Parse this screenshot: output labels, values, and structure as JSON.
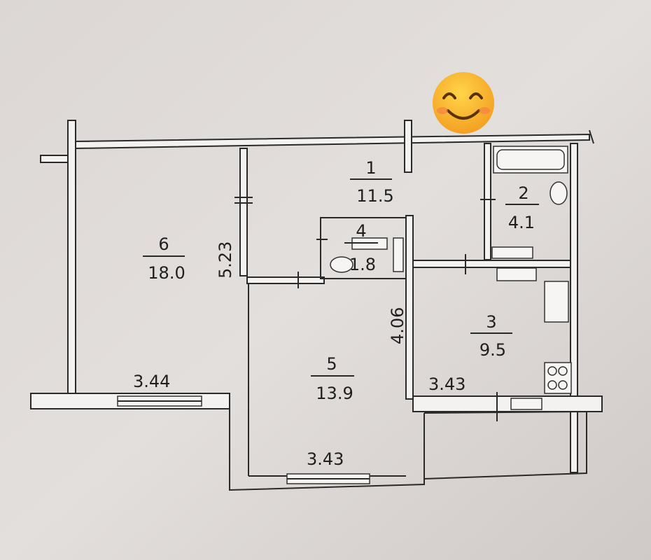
{
  "floorplan": {
    "rooms": [
      {
        "number": "1",
        "area": "11.5"
      },
      {
        "number": "2",
        "area": "4.1"
      },
      {
        "number": "3",
        "area": "9.5"
      },
      {
        "number": "4",
        "area": "1.8"
      },
      {
        "number": "5",
        "area": "13.9"
      },
      {
        "number": "6",
        "area": "18.0"
      }
    ],
    "dimensions": [
      {
        "value": "5.23"
      },
      {
        "value": "4.06"
      },
      {
        "value": "3.44"
      },
      {
        "value": "3.43"
      },
      {
        "value": "3.43"
      }
    ],
    "sticker": {
      "icon": "smiling-face-emoji-icon",
      "color": "#f6a52a"
    }
  }
}
